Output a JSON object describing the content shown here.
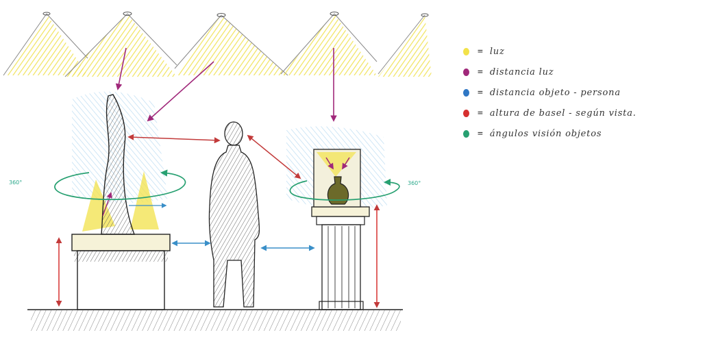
{
  "legend": {
    "items": [
      {
        "key": "light",
        "color": "#f2e24a",
        "symbol": "=",
        "label": "luz"
      },
      {
        "key": "light-distance",
        "color": "#a0287a",
        "symbol": "=",
        "label": "distancia luz"
      },
      {
        "key": "object-person-distance",
        "color": "#2f77c4",
        "symbol": "=",
        "label": "distancia objeto - persona"
      },
      {
        "key": "base-height",
        "color": "#d6302f",
        "symbol": "=",
        "label": "altura de basel - según vista."
      },
      {
        "key": "view-angles",
        "color": "#27a071",
        "symbol": "=",
        "label": "ángulos visión objetos"
      }
    ]
  },
  "annotations": {
    "left_angle": "360°",
    "right_angle": "360°"
  },
  "colors": {
    "light": "#f2e24a",
    "light_distance": "#a0287a",
    "distance": "#3a8fc8",
    "height": "#d6302f",
    "angle": "#27a071",
    "ink": "#1e1e1e",
    "hatch": "#8fc4e6"
  }
}
